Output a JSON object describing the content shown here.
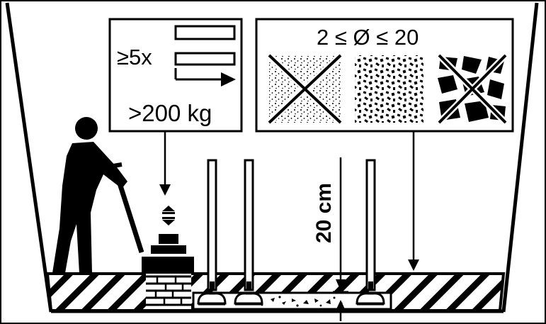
{
  "labels": {
    "passes": "≥5x",
    "weight": ">200 kg",
    "grain_size": "2 ≤ Ø ≤ 20",
    "depth": "20 cm"
  },
  "icons": {
    "worker": "person-with-plate-compactor-icon",
    "fine_material": "fine-gravel-crossed-icon",
    "correct_material": "medium-gravel-correct-icon",
    "coarse_material": "coarse-gravel-crossed-icon"
  },
  "colors": {
    "ink": "#000000",
    "paper": "#ffffff"
  }
}
